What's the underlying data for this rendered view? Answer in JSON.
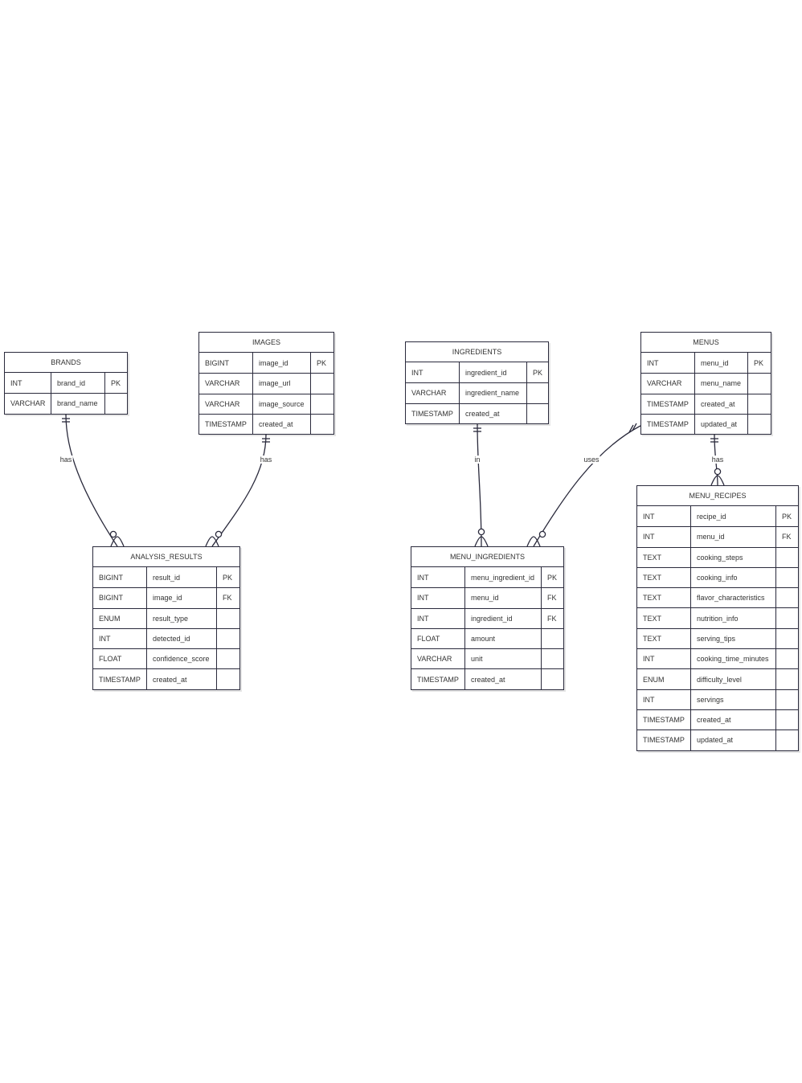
{
  "entities": {
    "brands": {
      "title": "BRANDS",
      "rows": [
        {
          "type": "INT",
          "name": "brand_id",
          "key": "PK"
        },
        {
          "type": "VARCHAR",
          "name": "brand_name",
          "key": ""
        }
      ]
    },
    "images": {
      "title": "IMAGES",
      "rows": [
        {
          "type": "BIGINT",
          "name": "image_id",
          "key": "PK"
        },
        {
          "type": "VARCHAR",
          "name": "image_url",
          "key": ""
        },
        {
          "type": "VARCHAR",
          "name": "image_source",
          "key": ""
        },
        {
          "type": "TIMESTAMP",
          "name": "created_at",
          "key": ""
        }
      ]
    },
    "ingredients": {
      "title": "INGREDIENTS",
      "rows": [
        {
          "type": "INT",
          "name": "ingredient_id",
          "key": "PK"
        },
        {
          "type": "VARCHAR",
          "name": "ingredient_name",
          "key": ""
        },
        {
          "type": "TIMESTAMP",
          "name": "created_at",
          "key": ""
        }
      ]
    },
    "menus": {
      "title": "MENUS",
      "rows": [
        {
          "type": "INT",
          "name": "menu_id",
          "key": "PK"
        },
        {
          "type": "VARCHAR",
          "name": "menu_name",
          "key": ""
        },
        {
          "type": "TIMESTAMP",
          "name": "created_at",
          "key": ""
        },
        {
          "type": "TIMESTAMP",
          "name": "updated_at",
          "key": ""
        }
      ]
    },
    "analysis_results": {
      "title": "ANALYSIS_RESULTS",
      "rows": [
        {
          "type": "BIGINT",
          "name": "result_id",
          "key": "PK"
        },
        {
          "type": "BIGINT",
          "name": "image_id",
          "key": "FK"
        },
        {
          "type": "ENUM",
          "name": "result_type",
          "key": ""
        },
        {
          "type": "INT",
          "name": "detected_id",
          "key": ""
        },
        {
          "type": "FLOAT",
          "name": "confidence_score",
          "key": ""
        },
        {
          "type": "TIMESTAMP",
          "name": "created_at",
          "key": ""
        }
      ]
    },
    "menu_ingredients": {
      "title": "MENU_INGREDIENTS",
      "rows": [
        {
          "type": "INT",
          "name": "menu_ingredient_id",
          "key": "PK"
        },
        {
          "type": "INT",
          "name": "menu_id",
          "key": "FK"
        },
        {
          "type": "INT",
          "name": "ingredient_id",
          "key": "FK"
        },
        {
          "type": "FLOAT",
          "name": "amount",
          "key": ""
        },
        {
          "type": "VARCHAR",
          "name": "unit",
          "key": ""
        },
        {
          "type": "TIMESTAMP",
          "name": "created_at",
          "key": ""
        }
      ]
    },
    "menu_recipes": {
      "title": "MENU_RECIPES",
      "rows": [
        {
          "type": "INT",
          "name": "recipe_id",
          "key": "PK"
        },
        {
          "type": "INT",
          "name": "menu_id",
          "key": "FK"
        },
        {
          "type": "TEXT",
          "name": "cooking_steps",
          "key": ""
        },
        {
          "type": "TEXT",
          "name": "cooking_info",
          "key": ""
        },
        {
          "type": "TEXT",
          "name": "flavor_characteristics",
          "key": ""
        },
        {
          "type": "TEXT",
          "name": "nutrition_info",
          "key": ""
        },
        {
          "type": "TEXT",
          "name": "serving_tips",
          "key": ""
        },
        {
          "type": "INT",
          "name": "cooking_time_minutes",
          "key": ""
        },
        {
          "type": "ENUM",
          "name": "difficulty_level",
          "key": ""
        },
        {
          "type": "INT",
          "name": "servings",
          "key": ""
        },
        {
          "type": "TIMESTAMP",
          "name": "created_at",
          "key": ""
        },
        {
          "type": "TIMESTAMP",
          "name": "updated_at",
          "key": ""
        }
      ]
    }
  },
  "relationships": [
    {
      "from": "brands",
      "to": "analysis_results",
      "label": "has",
      "from_card": "one",
      "to_card": "zero-or-many"
    },
    {
      "from": "images",
      "to": "analysis_results",
      "label": "has",
      "from_card": "one",
      "to_card": "zero-or-many"
    },
    {
      "from": "ingredients",
      "to": "menu_ingredients",
      "label": "in",
      "from_card": "one",
      "to_card": "zero-or-many"
    },
    {
      "from": "menus",
      "to": "menu_ingredients",
      "label": "uses",
      "from_card": "one",
      "to_card": "zero-or-many"
    },
    {
      "from": "menus",
      "to": "menu_recipes",
      "label": "has",
      "from_card": "one",
      "to_card": "zero-or-many"
    }
  ],
  "colors": {
    "stroke": "#2a2a3c",
    "text": "#333333",
    "background": "#ffffff"
  }
}
